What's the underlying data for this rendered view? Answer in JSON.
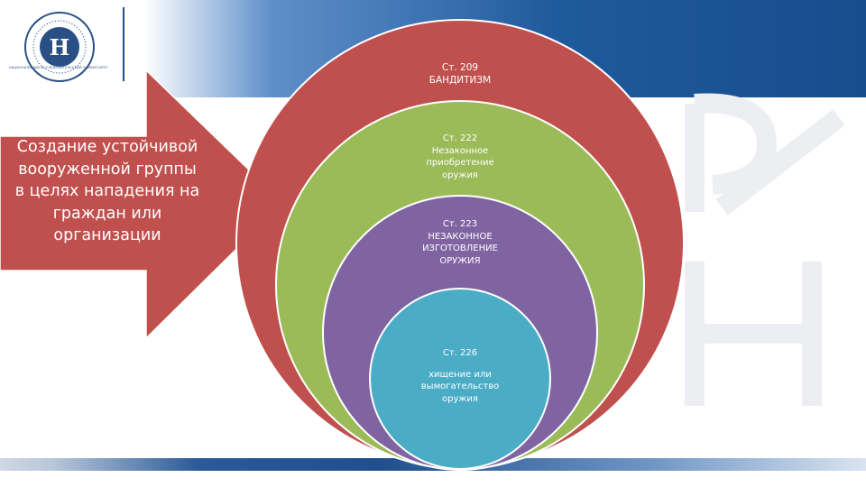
{
  "colors": {
    "ring_outer": "#c0504d",
    "ring_second": "#9bbb59",
    "ring_third": "#8064a2",
    "ring_inner": "#4bacc6",
    "arrow": "#c0504d",
    "header_blue": "#1f5a9d"
  },
  "logo": {
    "icon": "hse-seal-icon",
    "caption": "НАЦИОНАЛЬНЫЙ ИССЛЕДОВАТЕЛЬСКИЙ УНИВЕРСИТЕТ"
  },
  "arrow": {
    "text_lines": [
      "Создание устойчивой",
      "вооруженной группы",
      "в целях нападения на",
      "граждан или",
      "организации"
    ]
  },
  "rings": {
    "outer": {
      "article": "Ст. 209",
      "title_lines": [
        "БАНДИТИЗМ"
      ]
    },
    "second": {
      "article": "Ст. 222",
      "title_lines": [
        "Незаконное",
        "приобретение",
        "оружия"
      ]
    },
    "third": {
      "article": "Ст. 223",
      "title_lines": [
        "НЕЗАКОННОЕ",
        "ИЗГОТОВЛЕНИЕ",
        "ОРУЖИЯ"
      ]
    },
    "inner": {
      "article": "Ст. 226",
      "title_lines": [
        "хищение или",
        "вымогательство",
        "оружия"
      ]
    }
  }
}
